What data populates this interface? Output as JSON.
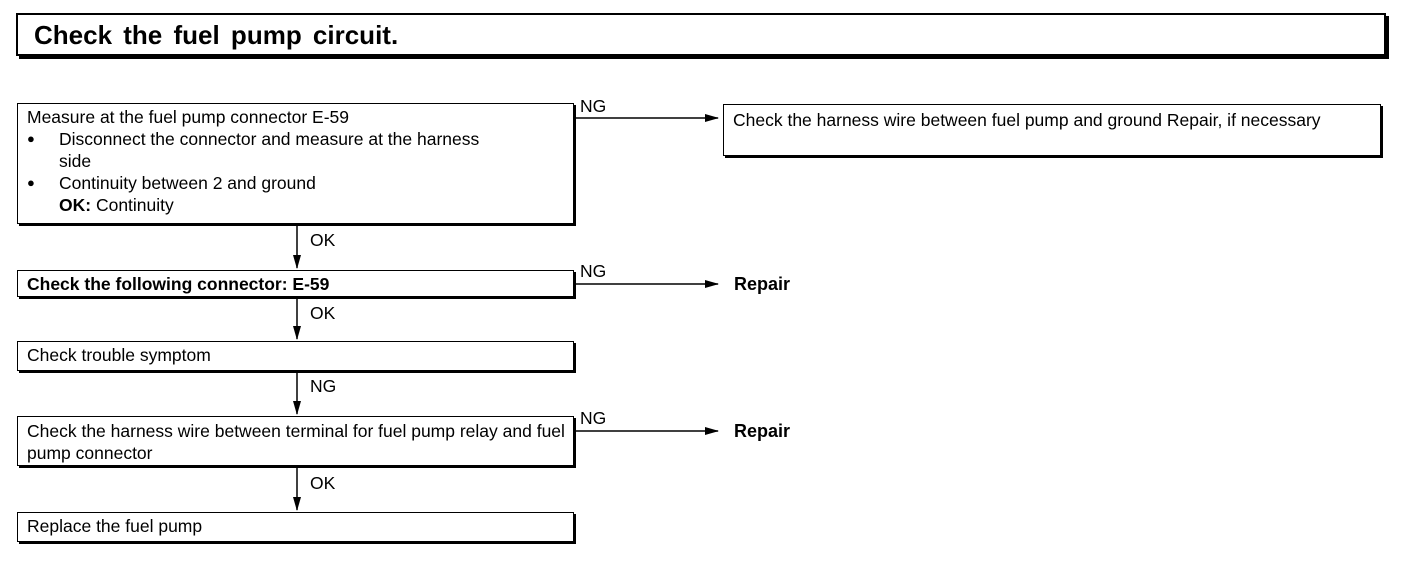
{
  "title": "Check the fuel pump circuit.",
  "steps": [
    {
      "heading": "Measure at the fuel pump connector E-59",
      "bullets": [
        "Disconnect the connector and measure at the harness",
        "Continuity between 2 and ground"
      ],
      "bullet1_cont": "side",
      "ok_label": "OK:",
      "ok_value": "Continuity"
    },
    {
      "text": "Check the following connector: E-59"
    },
    {
      "text": "Check trouble symptom"
    },
    {
      "text": "Check the harness wire between terminal for fuel pump relay and fuel pump connector"
    },
    {
      "text": "Replace the fuel pump"
    }
  ],
  "side_results": [
    "Check the harness wire between fuel pump and ground  Repair, if necessary",
    "Repair",
    "Repair"
  ],
  "branch_labels": {
    "ng1": "NG",
    "ok1": "OK",
    "ng2": "NG",
    "ok2": "OK",
    "ng3": "NG",
    "ng4": "NG",
    "ok4": "OK"
  },
  "bullet_glyph": "●"
}
